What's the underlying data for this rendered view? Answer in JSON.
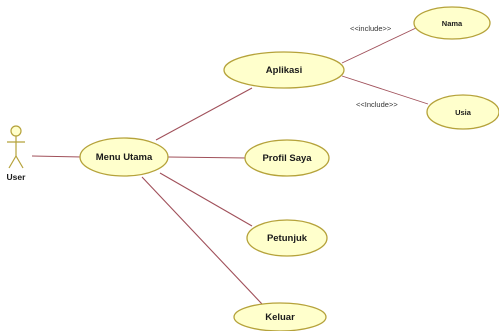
{
  "actor": {
    "name": "User"
  },
  "use_cases": {
    "menu_utama": "Menu Utama",
    "aplikasi": "Aplikasi",
    "nama": "Nama",
    "usia": "Usia",
    "profil_saya": "Profil Saya",
    "petunjuk": "Petunjuk",
    "keluar": "Keluar"
  },
  "relations": {
    "include_nama": "<<include>>",
    "include_usia": "<<Include>>"
  },
  "colors": {
    "use_case_fill": "#ffffcc",
    "use_case_stroke": "#b5a23a",
    "association_line": "#a0505a"
  }
}
